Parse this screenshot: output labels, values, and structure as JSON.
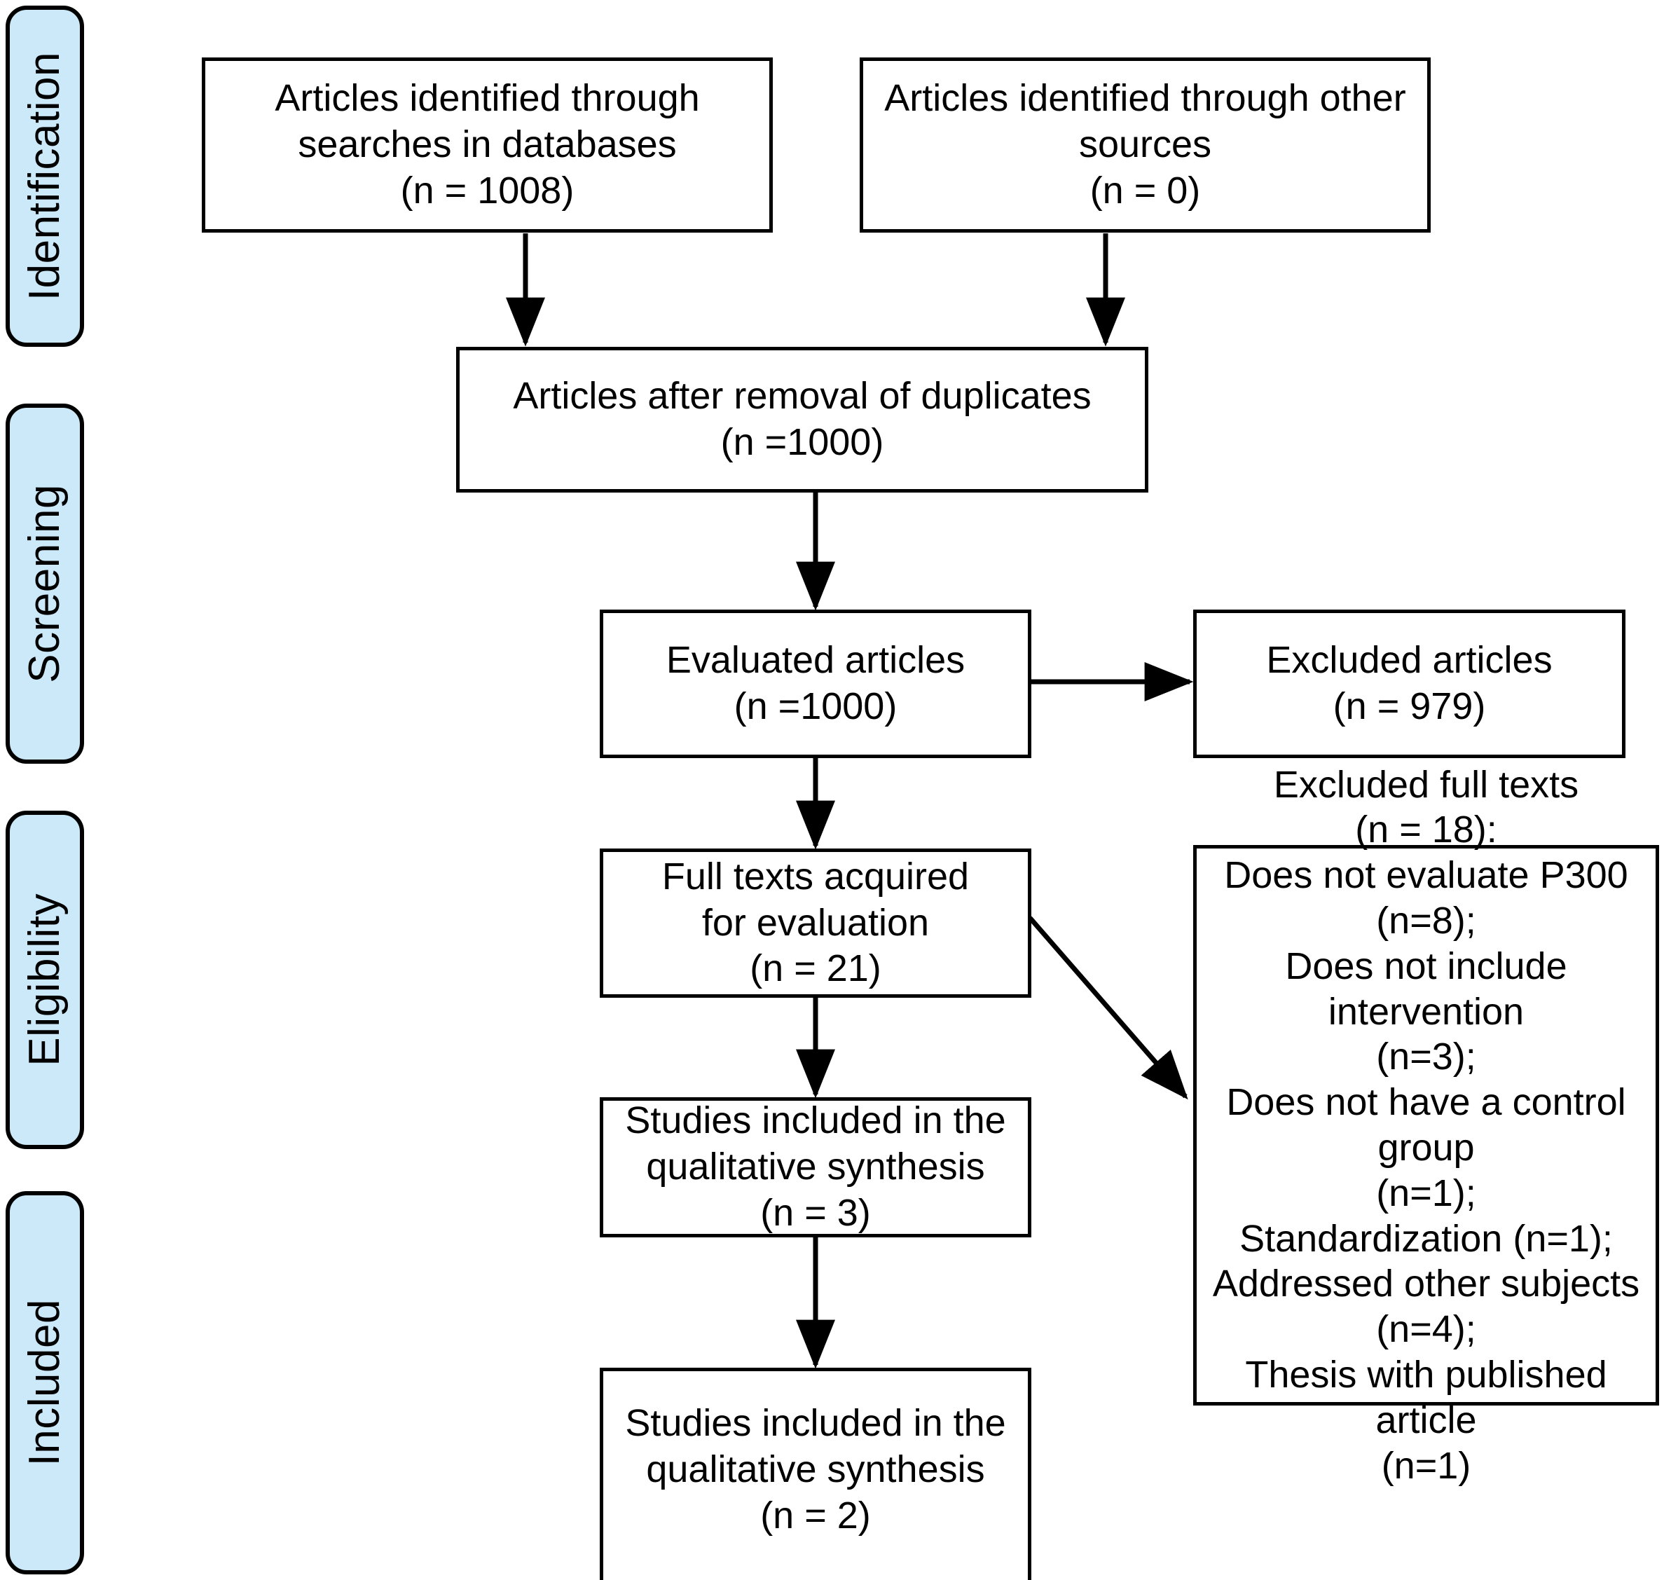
{
  "diagram": {
    "title": "PRISMA flow diagram",
    "accent_color": "#cce9fa",
    "line_color": "#000000",
    "background_color": "#ffffff"
  },
  "stages": [
    {
      "label": "Identification"
    },
    {
      "label": "Screening"
    },
    {
      "label": "Eligibility"
    },
    {
      "label": "Included"
    }
  ],
  "boxes": {
    "identified_databases": "Articles identified through\nsearches in databases\n(n = 1008)",
    "identified_other": "Articles identified through other\nsources\n(n = 0)",
    "after_duplicates": "Articles after removal of duplicates\n(n =1000)",
    "evaluated": "Evaluated articles\n(n =1000)",
    "excluded_articles": "Excluded articles\n(n = 979)",
    "full_texts": "Full texts acquired\nfor evaluation\n(n = 21)",
    "excluded_full_texts": "Excluded full texts\n(n = 18):\nDoes not evaluate P300 (n=8);\nDoes not include intervention\n(n=3);\nDoes not have a control group\n(n=1);\nStandardization (n=1);\nAddressed other subjects\n(n=4);\nThesis with published article\n(n=1)",
    "qualitative_synthesis_3": "Studies included in the\nqualitative synthesis\n(n = 3)",
    "qualitative_synthesis_2": "Studies included in the\nqualitative synthesis\n(n = 2)"
  },
  "chart_data": {
    "type": "diagram",
    "title": "PRISMA flow diagram",
    "nodes": [
      {
        "id": "identified_databases",
        "stage": "Identification",
        "label": "Articles identified through searches in databases",
        "n": 1008
      },
      {
        "id": "identified_other",
        "stage": "Identification",
        "label": "Articles identified through other sources",
        "n": 0
      },
      {
        "id": "after_duplicates",
        "stage": "Screening",
        "label": "Articles after removal of duplicates",
        "n": 1000
      },
      {
        "id": "evaluated",
        "stage": "Screening",
        "label": "Evaluated articles",
        "n": 1000
      },
      {
        "id": "excluded_articles",
        "stage": "Screening",
        "label": "Excluded articles",
        "n": 979
      },
      {
        "id": "full_texts",
        "stage": "Eligibility",
        "label": "Full texts acquired for evaluation",
        "n": 21
      },
      {
        "id": "excluded_full_texts",
        "stage": "Eligibility",
        "label": "Excluded full texts",
        "n": 18,
        "reasons": [
          {
            "reason": "Does not evaluate P300",
            "n": 8
          },
          {
            "reason": "Does not include intervention",
            "n": 3
          },
          {
            "reason": "Does not have a control group",
            "n": 1
          },
          {
            "reason": "Standardization",
            "n": 1
          },
          {
            "reason": "Addressed other subjects",
            "n": 4
          },
          {
            "reason": "Thesis with published article",
            "n": 1
          }
        ]
      },
      {
        "id": "qualitative_synthesis_3",
        "stage": "Included",
        "label": "Studies included in the qualitative synthesis",
        "n": 3
      },
      {
        "id": "qualitative_synthesis_2",
        "stage": "Included",
        "label": "Studies included in the qualitative synthesis",
        "n": 2
      }
    ],
    "edges": [
      {
        "from": "identified_databases",
        "to": "after_duplicates"
      },
      {
        "from": "identified_other",
        "to": "after_duplicates"
      },
      {
        "from": "after_duplicates",
        "to": "evaluated"
      },
      {
        "from": "evaluated",
        "to": "excluded_articles"
      },
      {
        "from": "evaluated",
        "to": "full_texts"
      },
      {
        "from": "full_texts",
        "to": "excluded_full_texts"
      },
      {
        "from": "full_texts",
        "to": "qualitative_synthesis_3"
      },
      {
        "from": "qualitative_synthesis_3",
        "to": "qualitative_synthesis_2"
      }
    ]
  }
}
